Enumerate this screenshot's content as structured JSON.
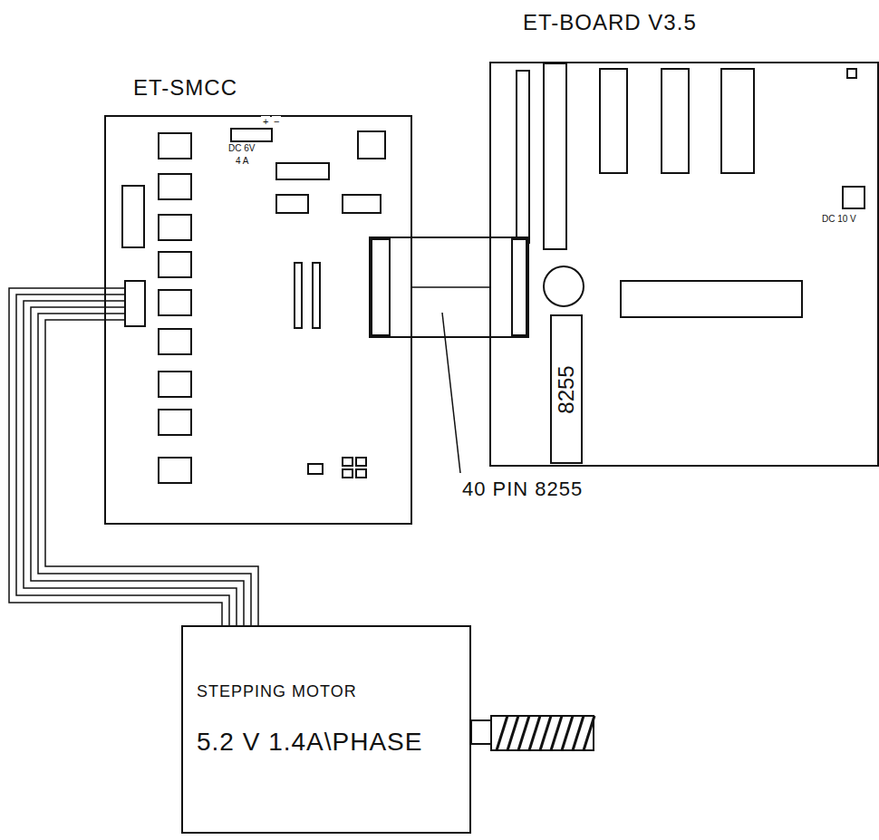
{
  "diagram": {
    "nodes": [
      {
        "text": [
          "ET-SMCC"
        ]
      },
      {
        "text": [
          "ET-BOARD V3.5"
        ]
      },
      {
        "text": [
          "8255"
        ],
        "in": 1
      },
      {
        "text": [
          "STEPPING MOTOR",
          "5.2 V 1.4A\\PHASE"
        ]
      }
    ],
    "edges": [
      {
        "from": 0,
        "to": 1,
        "arrow": "none"
      },
      {
        "from": 0,
        "to": 3,
        "arrow": "none"
      }
    ],
    "labels": [
      "DC 6V",
      "+",
      "−",
      "4 A",
      "DC 10 V",
      "40 PIN 8255"
    ]
  }
}
